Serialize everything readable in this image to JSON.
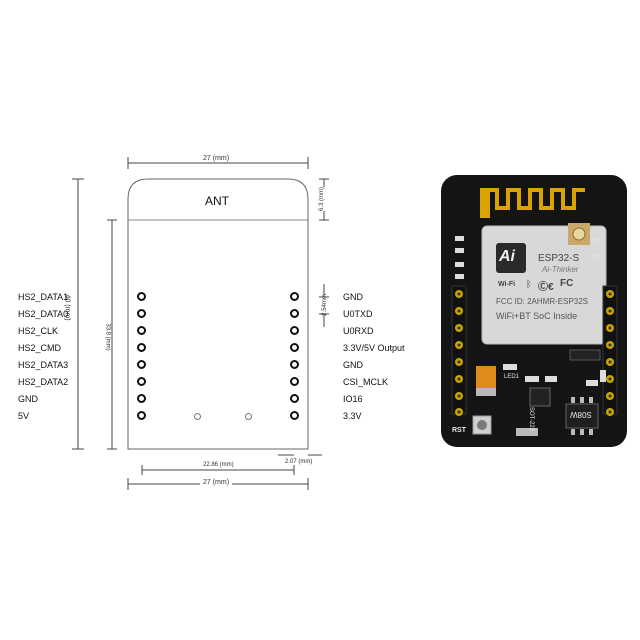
{
  "diagram": {
    "ant_label": "ANT",
    "dim_top_width": "27 (mm)",
    "dim_bottom_width": "27 (mm)",
    "dim_pin_span": "22.86 (mm)",
    "dim_edge": "2.07 (mm)",
    "dim_height": "40 (mm)",
    "dim_pin_height": "33.8 (mm)",
    "dim_ant_height": "6.3 (mm)",
    "dim_pitch": "2.54mm",
    "left_pins": [
      "HS2_DATA1",
      "HS2_DATA0",
      "HS2_CLK",
      "HS2_CMD",
      "HS2_DATA3",
      "HS2_DATA2",
      "GND",
      "5V"
    ],
    "right_pins": [
      "GND",
      "U0TXD",
      "U0RXD",
      "3.3V/5V Output",
      "GND",
      "CSI_MCLK",
      "IO16",
      "3.3V"
    ]
  },
  "board": {
    "module_name": "ESP32-S",
    "module_vendor": "Ai-Thinker",
    "module_logo": "Ai",
    "fcc_line": "FCC ID: 2AHMR-ESP32S",
    "soc_line": "WiFi+BT SoC Inside",
    "rst_label": "RST",
    "led_label": "LED1",
    "sot_label": "SOT-223",
    "chip_label": "S08W",
    "colors": {
      "pcb": "#141414",
      "antenna": "#d9a300",
      "shield": "#d8d8d8",
      "header": "#c8a400"
    }
  }
}
